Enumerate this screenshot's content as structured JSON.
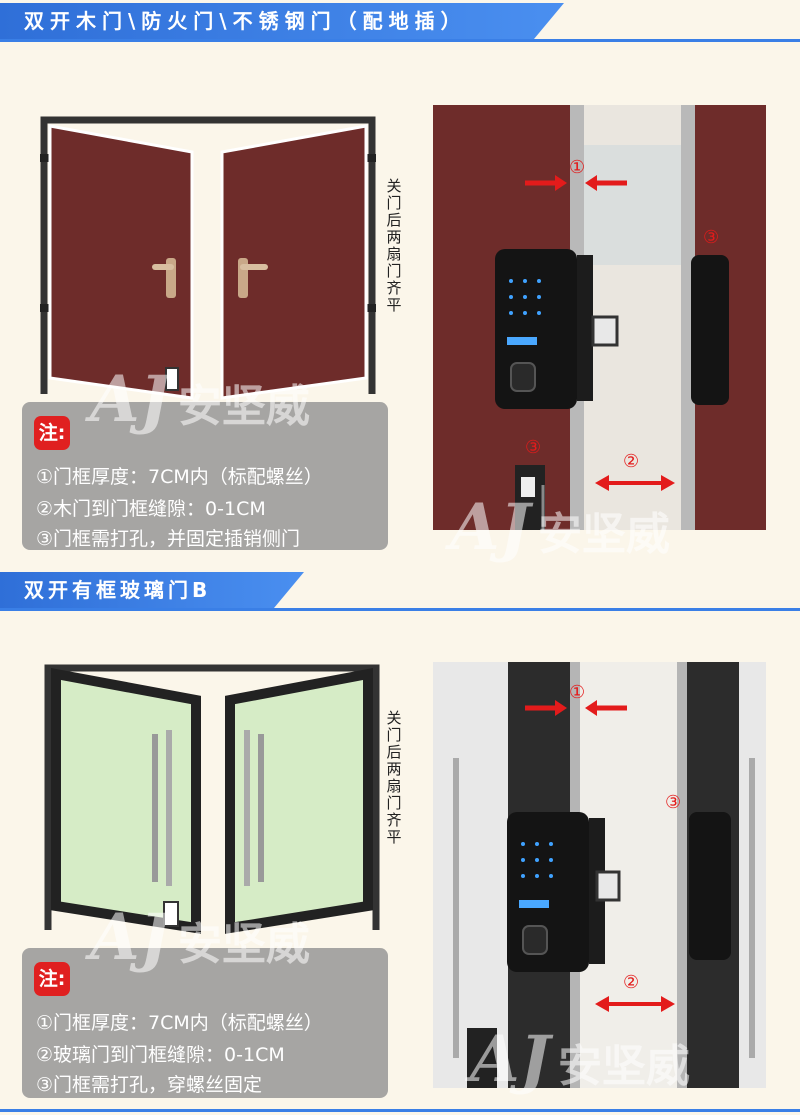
{
  "section1": {
    "banner": "双开木门\\防火门\\不锈钢门（配地插）",
    "side_text": "关门后两扇门齐平",
    "note_badge": "注:",
    "notes": [
      "①门框厚度：7CM内（标配螺丝）",
      "②木门到门框缝隙：0-1CM",
      "③门框需打孔，并固定插销侧门"
    ],
    "markers": [
      "①",
      "②",
      "③",
      "③"
    ]
  },
  "section2": {
    "banner": "双开有框玻璃门B",
    "side_text": "关门后两扇门齐平",
    "note_badge": "注:",
    "notes": [
      "①门框厚度：7CM内（标配螺丝）",
      "②玻璃门到门框缝隙：0-1CM",
      "③门框需打孔，穿螺丝固定"
    ],
    "markers": [
      "①",
      "②",
      "③"
    ]
  },
  "watermark": {
    "logo": "AJ",
    "text": "安坚威"
  },
  "colors": {
    "banner": "#2f6fd8",
    "wood": "#6e2c2a",
    "glass": "#d6ecc6",
    "arrow": "#e31b1b",
    "lock": "#141414"
  }
}
